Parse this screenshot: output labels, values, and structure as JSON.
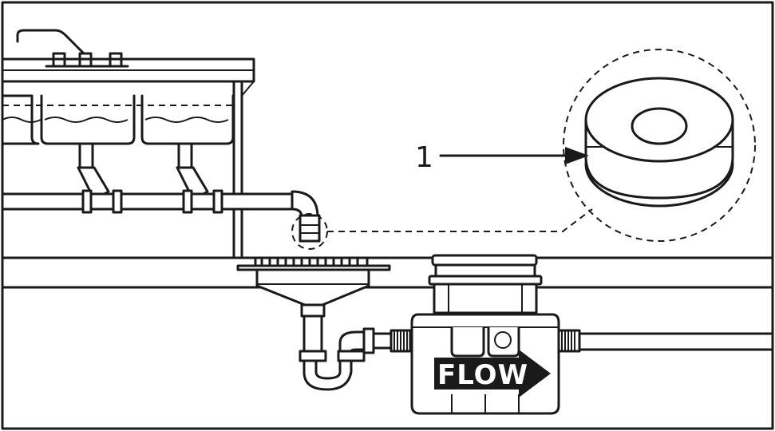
{
  "diagram": {
    "callout_number": "1",
    "flow_label": "FLOW",
    "colors": {
      "line": "#1a1a1a",
      "background": "#ffffff",
      "arrow_fill": "#1a1a1a",
      "flow_text": "#ffffff"
    },
    "components": [
      "sink-with-faucet",
      "drain-pipes",
      "floor-drain",
      "p-trap",
      "grease-interceptor",
      "pipe-fitting-part-1"
    ]
  }
}
